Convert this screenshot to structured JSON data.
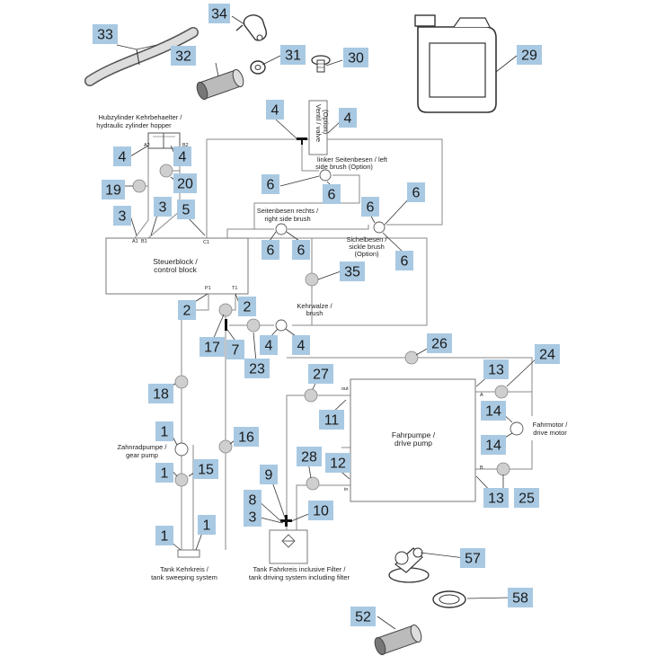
{
  "labels": {
    "hydraulic_cylinder": [
      "Hubzylinder Kehrbehaelter /",
      "hydraulic zylinder hopper"
    ],
    "valve": [
      "Ventil / valve",
      "(Option)"
    ],
    "left_side_brush": [
      "linker Seitenbesen / left",
      "side brush (Option)"
    ],
    "right_side_brush": [
      "Seitenbesen rechts /",
      "right side brush"
    ],
    "sickle_brush": [
      "Sichelbesen /",
      "sickle brush",
      "(Option)"
    ],
    "control_block": [
      "Steuerblock /",
      "control block"
    ],
    "brush": [
      "Kehrwalze /",
      "brush"
    ],
    "gear_pump": [
      "Zahnradpumpe /",
      "gear pump"
    ],
    "drive_pump": [
      "Fahrpumpe /",
      "drive pump"
    ],
    "drive_motor": [
      "Fahrmotor /",
      "drive motor"
    ],
    "tank_sweeping": [
      "Tank Kehrkreis /",
      "tank sweeping system"
    ],
    "tank_driving": [
      "Tank Fahrkreis inclusive Filter /",
      "tank driving system including filter"
    ],
    "port_a1": "A1",
    "port_b1": "B1",
    "port_a2": "A2",
    "port_b2": "B2",
    "port_c1": "C1",
    "port_p1": "P1",
    "port_t1": "T1",
    "port_out": "out",
    "port_in": "in",
    "port_a": "A",
    "port_b": "B"
  },
  "callouts": [
    {
      "id": "c33",
      "text": "33"
    },
    {
      "id": "c34",
      "text": "34"
    },
    {
      "id": "c32",
      "text": "32"
    },
    {
      "id": "c31",
      "text": "31"
    },
    {
      "id": "c30",
      "text": "30"
    },
    {
      "id": "c29",
      "text": "29"
    },
    {
      "id": "c4a",
      "text": "4"
    },
    {
      "id": "c4b",
      "text": "4"
    },
    {
      "id": "c4c",
      "text": "4"
    },
    {
      "id": "c4d",
      "text": "4"
    },
    {
      "id": "c19",
      "text": "19"
    },
    {
      "id": "c20",
      "text": "20"
    },
    {
      "id": "c3a",
      "text": "3"
    },
    {
      "id": "c3b",
      "text": "3"
    },
    {
      "id": "c5",
      "text": "5"
    },
    {
      "id": "c6a",
      "text": "6"
    },
    {
      "id": "c6b",
      "text": "6"
    },
    {
      "id": "c6c",
      "text": "6"
    },
    {
      "id": "c6d",
      "text": "6"
    },
    {
      "id": "c6e",
      "text": "6"
    },
    {
      "id": "c6f",
      "text": "6"
    },
    {
      "id": "c6g",
      "text": "6"
    },
    {
      "id": "c35",
      "text": "35"
    },
    {
      "id": "c2a",
      "text": "2"
    },
    {
      "id": "c2b",
      "text": "2"
    },
    {
      "id": "c17",
      "text": "17"
    },
    {
      "id": "c7",
      "text": "7"
    },
    {
      "id": "c23",
      "text": "23"
    },
    {
      "id": "c4e",
      "text": "4"
    },
    {
      "id": "c4f",
      "text": "4"
    },
    {
      "id": "c26",
      "text": "26"
    },
    {
      "id": "c24",
      "text": "24"
    },
    {
      "id": "c13a",
      "text": "13"
    },
    {
      "id": "c18",
      "text": "18"
    },
    {
      "id": "c27",
      "text": "27"
    },
    {
      "id": "c11",
      "text": "11"
    },
    {
      "id": "c14a",
      "text": "14"
    },
    {
      "id": "c14b",
      "text": "14"
    },
    {
      "id": "c1a",
      "text": "1"
    },
    {
      "id": "c16",
      "text": "16"
    },
    {
      "id": "c1b",
      "text": "1"
    },
    {
      "id": "c15",
      "text": "15"
    },
    {
      "id": "c28",
      "text": "28"
    },
    {
      "id": "c12",
      "text": "12"
    },
    {
      "id": "c25",
      "text": "25"
    },
    {
      "id": "c13b",
      "text": "13"
    },
    {
      "id": "c9",
      "text": "9"
    },
    {
      "id": "c8",
      "text": "8"
    },
    {
      "id": "c3c",
      "text": "3"
    },
    {
      "id": "c10",
      "text": "10"
    },
    {
      "id": "c1c",
      "text": "1"
    },
    {
      "id": "c1d",
      "text": "1"
    },
    {
      "id": "c57",
      "text": "57"
    },
    {
      "id": "c58",
      "text": "58"
    },
    {
      "id": "c52",
      "text": "52"
    }
  ]
}
